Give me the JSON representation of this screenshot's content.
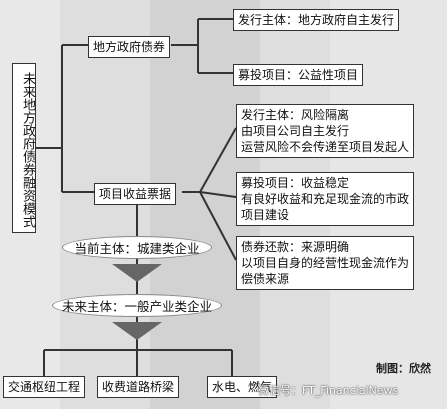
{
  "title": "未来地方政府债券融资模式",
  "local_gov_bond": {
    "label": "地方政府债券",
    "issuer": "发行主体：地方政府自主发行",
    "proceeds": "募投项目：公益性项目"
  },
  "project_revenue_bill": {
    "label": "项目收益票据",
    "issuer": {
      "line1": "发行主体：风险隔离",
      "line2": "由项目公司自主发行",
      "line3": "运营风险不会传递至项目发起人"
    },
    "proceeds": {
      "line1": "募投项目：收益稳定",
      "line2": "有良好收益和充足现金流的市政",
      "line3": "项目建设"
    },
    "repayment": {
      "line1": "债券还款：来源明确",
      "line2": "以项目自身的经营性现金流作为",
      "line3": "偿债来源"
    }
  },
  "current_subject": "当前主体：城建类企业",
  "future_subject": "未来主体：一般产业类企业",
  "sectors": [
    "交通枢纽工程",
    "收费道路桥梁",
    "水电、燃气"
  ],
  "credit": "制图：欣然",
  "watermark": "微信号：FT_FinancialNews"
}
